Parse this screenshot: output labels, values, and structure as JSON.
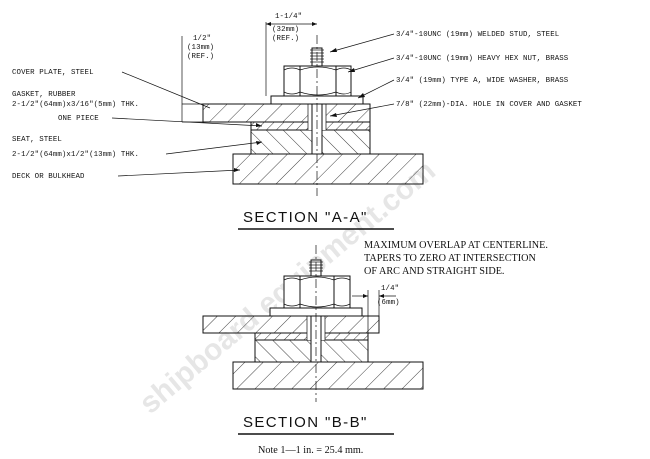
{
  "watermark": "shipboard equipment.com",
  "section_a": {
    "title": "SECTION \"A-A\"",
    "dim_1_1_4": [
      "1-1/4\"",
      "(32mm)",
      "(REF.)"
    ],
    "dim_1_2": [
      "1/2\"",
      "(13mm)",
      "(REF.)"
    ],
    "callouts_right": [
      "3/4\"-10UNC (19mm) WELDED STUD, STEEL",
      "3/4\"-10UNC (19mm) HEAVY HEX NUT, BRASS",
      "3/4\" (19mm) TYPE A, WIDE WASHER, BRASS",
      "7/8\" (22mm)-DIA. HOLE IN COVER AND GASKET"
    ],
    "callouts_left": {
      "cover": "COVER PLATE, STEEL",
      "gasket_1": "GASKET, RUBBER",
      "gasket_2": "2-1/2\"(64mm)x3/16\"(5mm) THK.",
      "gasket_3": "ONE PIECE",
      "seat_1": "SEAT, STEEL",
      "seat_2": "2-1/2\"(64mm)x1/2\"(13mm) THK.",
      "deck": "DECK OR BULKHEAD"
    }
  },
  "section_b": {
    "title": "SECTION \"B-B\"",
    "note": [
      "MAXIMUM OVERLAP AT CENTERLINE.",
      "TAPERS TO ZERO AT INTERSECTION",
      "OF ARC AND STRAIGHT SIDE."
    ],
    "dim_1_4": [
      "1/4\"",
      "(6mm)"
    ]
  },
  "footer_note": "Note 1—1 in. = 25.4 mm."
}
